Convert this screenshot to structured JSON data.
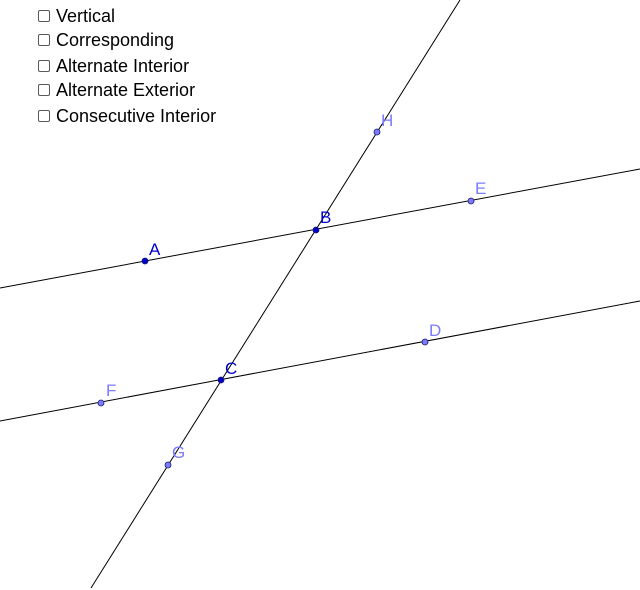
{
  "checkboxes": [
    {
      "label": "Vertical",
      "checked": false
    },
    {
      "label": "Corresponding",
      "checked": false
    },
    {
      "label": "Alternate Interior",
      "checked": false
    },
    {
      "label": "Alternate Exterior",
      "checked": false
    },
    {
      "label": "Consecutive Interior",
      "checked": false
    }
  ],
  "points": {
    "A": {
      "label": "A",
      "kind": "defining"
    },
    "B": {
      "label": "B",
      "kind": "defining"
    },
    "C": {
      "label": "C",
      "kind": "defining"
    },
    "D": {
      "label": "D",
      "kind": "auxiliary"
    },
    "E": {
      "label": "E",
      "kind": "auxiliary"
    },
    "F": {
      "label": "F",
      "kind": "auxiliary"
    },
    "G": {
      "label": "G",
      "kind": "auxiliary"
    },
    "H": {
      "label": "H",
      "kind": "auxiliary"
    }
  },
  "colors": {
    "line": "#000000",
    "defining_point": "#0000cc",
    "defining_label": "#0000cc",
    "auxiliary_point": "#7b7bff",
    "auxiliary_label": "#7b7bff",
    "point_outline": "#1a1a66"
  }
}
